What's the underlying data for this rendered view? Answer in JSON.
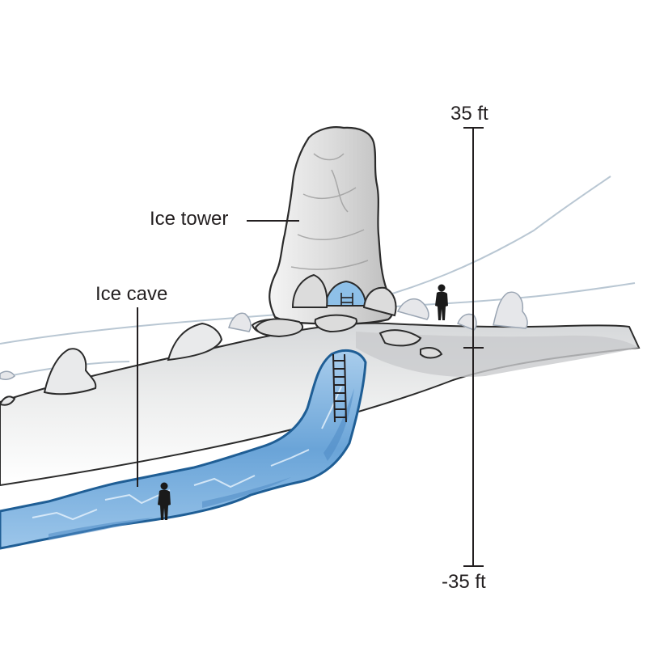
{
  "labels": {
    "ice_tower": "Ice tower",
    "ice_cave": "Ice cave",
    "scale_top": "35 ft",
    "scale_bottom": "-35 ft"
  },
  "colors": {
    "ink": "#231f20",
    "snow": "#eeeeee",
    "ice_blue": "#7fb2df",
    "ice_outline": "#1f5e95",
    "ridge_line": "#b9c7d3"
  }
}
